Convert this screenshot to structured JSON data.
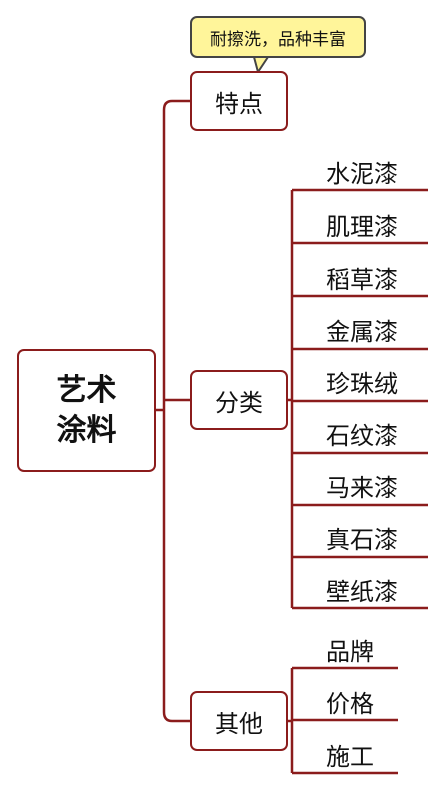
{
  "root": {
    "line1": "艺术",
    "line2": "涂料"
  },
  "callout": "耐擦洗，品种丰富",
  "branches": [
    {
      "label": "特点",
      "children": []
    },
    {
      "label": "分类",
      "children": [
        "水泥漆",
        "肌理漆",
        "稻草漆",
        "金属漆",
        "珍珠绒",
        "石纹漆",
        "马来漆",
        "真石漆",
        "壁纸漆"
      ]
    },
    {
      "label": "其他",
      "children": [
        "品牌",
        "价格",
        "施工"
      ]
    }
  ],
  "colors": {
    "line": "#8b1c1c",
    "callout_fill": "#fff59a",
    "text": "#111111"
  }
}
